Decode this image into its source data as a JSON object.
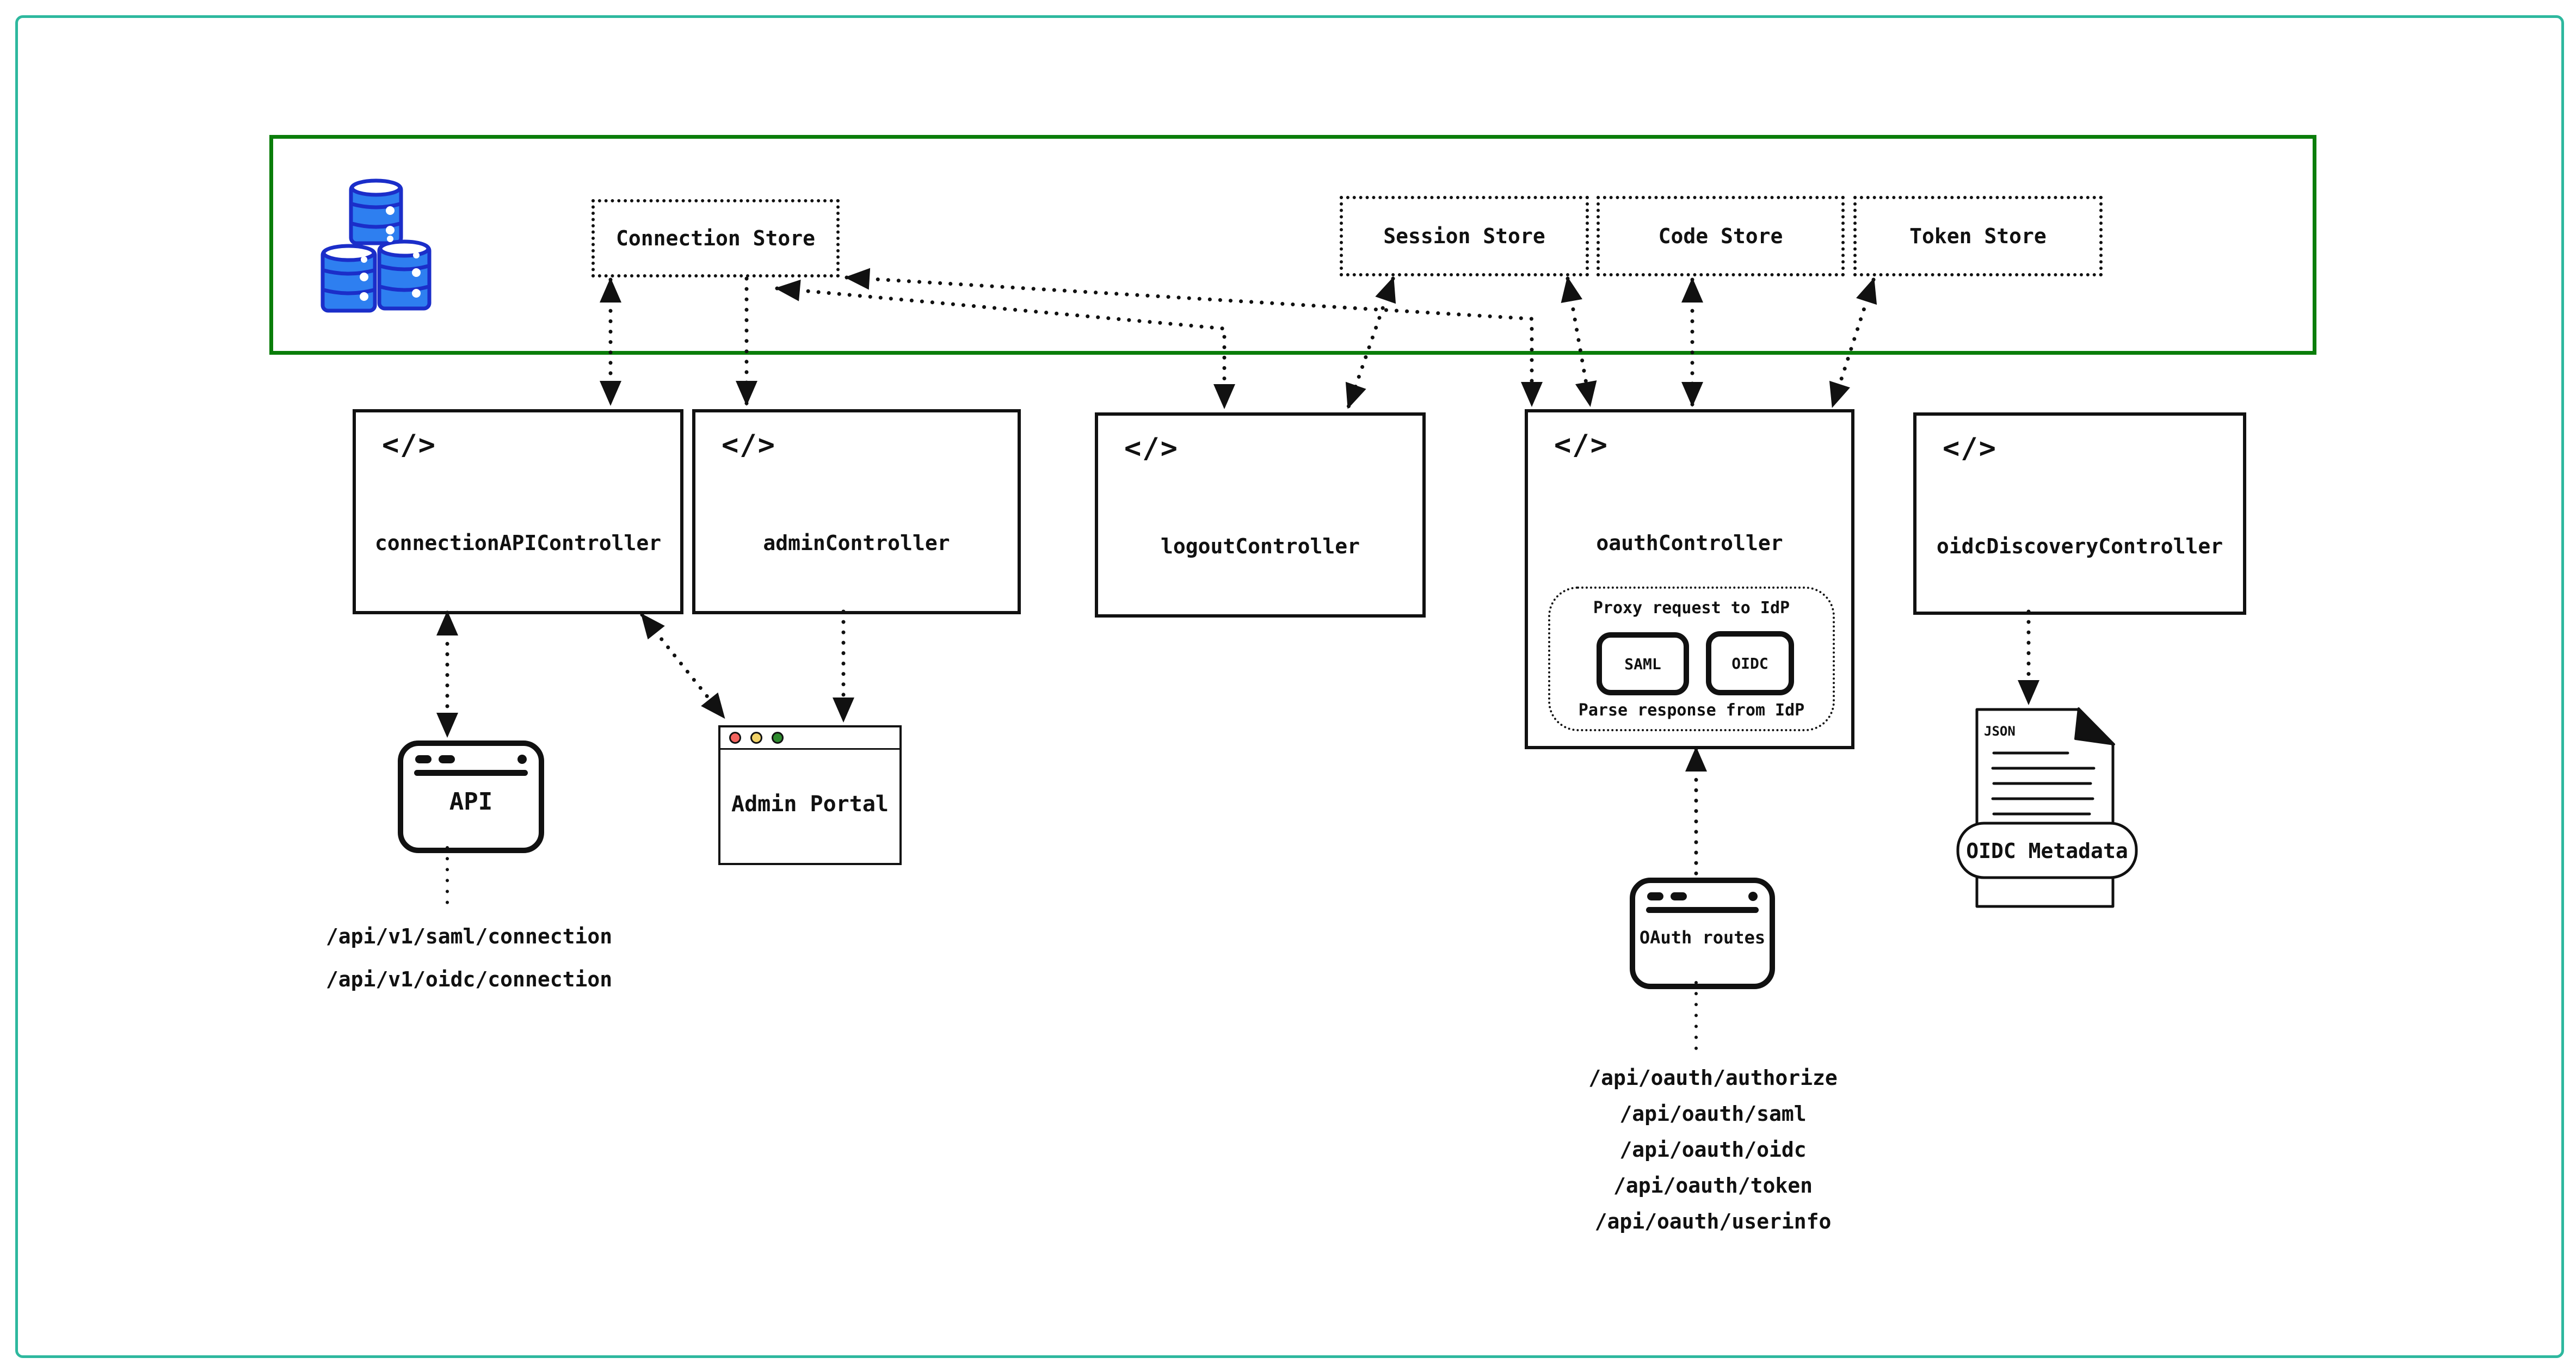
{
  "icons": {
    "code": "</>"
  },
  "data_zone": {
    "stores": [
      {
        "label": "Connection Store"
      },
      {
        "label": "Session Store"
      },
      {
        "label": "Code Store"
      },
      {
        "label": "Token Store"
      }
    ]
  },
  "controllers": [
    {
      "label": "connectionAPIController"
    },
    {
      "label": "adminController"
    },
    {
      "label": "logoutController"
    },
    {
      "label": "oauthController",
      "proxy": {
        "title": "Proxy request to IdP",
        "protocols": [
          "SAML",
          "OIDC"
        ],
        "footer": "Parse response from IdP"
      }
    },
    {
      "label": "oidcDiscoveryController"
    }
  ],
  "clients": {
    "api": {
      "label": "API",
      "endpoints": [
        "/api/v1/saml/connection",
        "/api/v1/oidc/connection"
      ]
    },
    "admin_portal": {
      "label": "Admin Portal"
    },
    "oauth_routes": {
      "label": "OAuth routes",
      "endpoints": [
        "/api/oauth/authorize",
        "/api/oauth/saml",
        "/api/oauth/oidc",
        "/api/oauth/token",
        "/api/oauth/userinfo"
      ]
    },
    "oidc_metadata": {
      "file_type": "JSON",
      "label": "OIDC Metadata"
    }
  },
  "colors": {
    "frame_border": "#2eb89e",
    "zone_border": "#0a7d0a",
    "ink": "#111111",
    "db_fill": "#2e7ff0",
    "db_stroke": "#1b2ec9",
    "traffic_red": "#f4645f",
    "traffic_yellow": "#f2d368",
    "traffic_green": "#2e8b2e"
  }
}
